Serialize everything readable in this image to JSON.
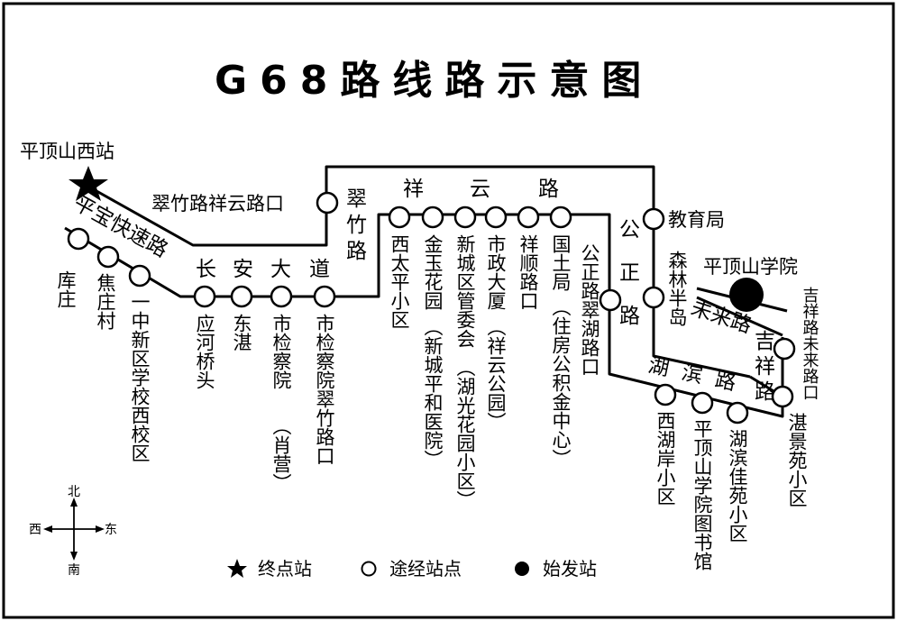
{
  "title": "G68路线路示意图",
  "terminal": {
    "name": "平顶山西站"
  },
  "origin": {
    "name": "平顶山学院"
  },
  "roads": {
    "pingbao": "平宝快速路",
    "changan": [
      "长",
      "安",
      "大",
      "道"
    ],
    "cuizhu": [
      "翠",
      "竹",
      "路"
    ],
    "xiangyun": [
      "祥",
      "云",
      "路"
    ],
    "gongzheng": [
      "公",
      "正",
      "路"
    ],
    "huibin": [
      "湖",
      "滨",
      "路"
    ],
    "weilai": "未来路",
    "jixiang": [
      "吉",
      "祥",
      "路"
    ]
  },
  "stops": [
    {
      "id": "kuzhuang",
      "name": "库庄"
    },
    {
      "id": "jiaozhuangcun",
      "name": "焦庄村"
    },
    {
      "id": "yizhong",
      "name": "一中新区学校西校区"
    },
    {
      "id": "yinghe",
      "name": "应河桥头"
    },
    {
      "id": "dongzhi",
      "name": "东湛"
    },
    {
      "id": "jianchayuan",
      "name": "市检察院",
      "sub": "（肖营）"
    },
    {
      "id": "jianchayuan_cuizhu",
      "name": "市检察院翠竹路口"
    },
    {
      "id": "cuizhu_xiangyun",
      "name": "翠竹路祥云路口"
    },
    {
      "id": "xitaiping",
      "name": "西太平小区"
    },
    {
      "id": "jinyu",
      "name": "金玉花园",
      "sub": "（新城平和医院）"
    },
    {
      "id": "xinchengqu",
      "name": "新城区管委会",
      "sub": "（湖光花园小区）"
    },
    {
      "id": "shizheng",
      "name": "市政大厦",
      "sub": "（祥云公园）"
    },
    {
      "id": "xiangshun",
      "name": "祥顺路口"
    },
    {
      "id": "guotuju",
      "name": "国土局",
      "sub": "（住房公积金中心）"
    },
    {
      "id": "gongzheng_cuihu",
      "name": "公正路翠湖路口"
    },
    {
      "id": "jiaoyuju",
      "name": "教育局"
    },
    {
      "id": "senlin",
      "name": "森林半岛"
    },
    {
      "id": "xihuan",
      "name": "西湖岸小区"
    },
    {
      "id": "tushuguan",
      "name": "平顶山学院图书馆"
    },
    {
      "id": "jiayuan",
      "name": "湖滨佳苑小区"
    },
    {
      "id": "zhanjing",
      "name": "湛景苑小区"
    },
    {
      "id": "jixiang_weilai",
      "name": "吉祥路未来路口"
    }
  ],
  "legend": [
    {
      "symbol": "star",
      "label": "终点站"
    },
    {
      "symbol": "circle",
      "label": "途经站点"
    },
    {
      "symbol": "dot",
      "label": "始发站"
    }
  ],
  "compass": {
    "north": "北",
    "south": "南",
    "east": "东",
    "west": "西"
  }
}
